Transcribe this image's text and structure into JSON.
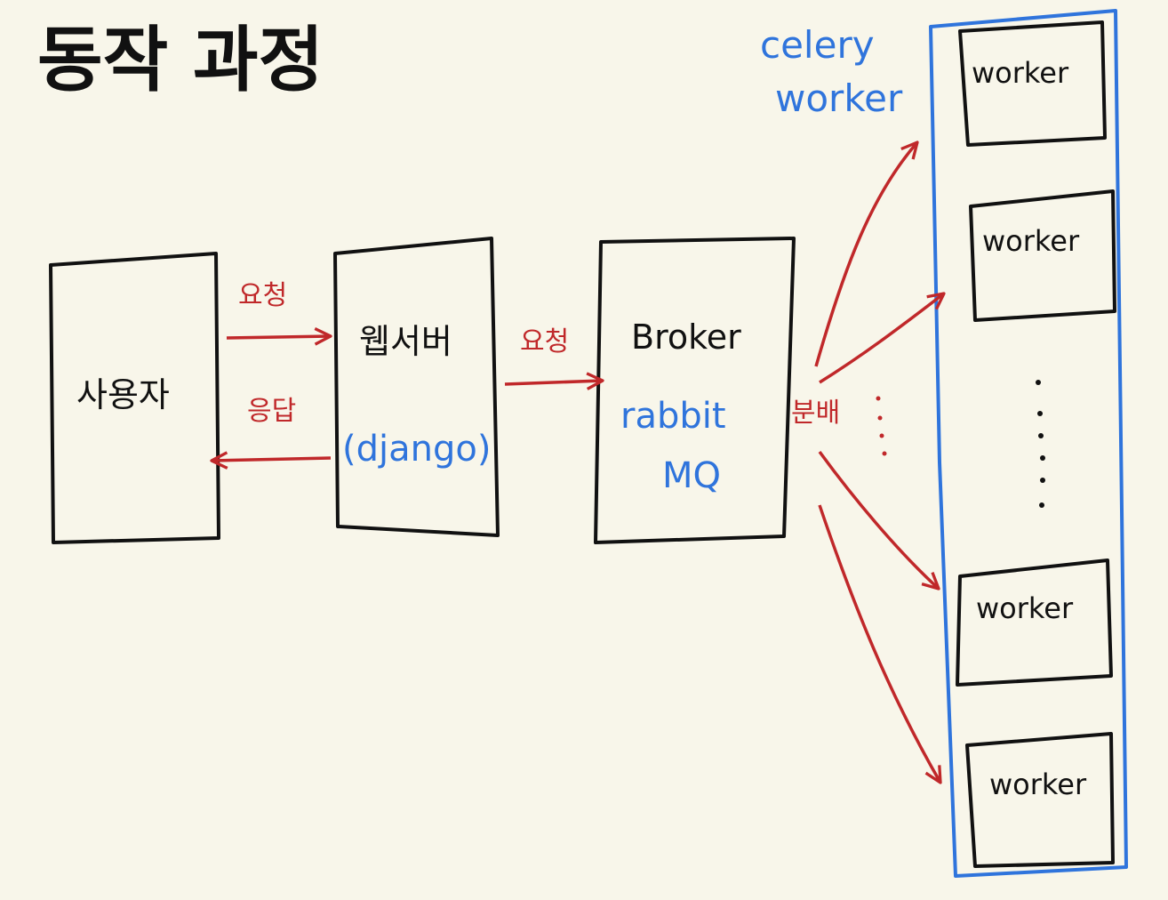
{
  "title": "동작 과정",
  "colors": {
    "background": "#f8f6ea",
    "black_ink": "#111111",
    "red_ink": "#c0282a",
    "blue_ink": "#2f74dc"
  },
  "nodes": {
    "user": {
      "label": "사용자"
    },
    "webserver": {
      "label": "웹서버",
      "sublabel": "(django)"
    },
    "broker": {
      "label": "Broker",
      "sublabel_1": "rabbit",
      "sublabel_2": "MQ"
    }
  },
  "edges": {
    "request_1": "요청",
    "response": "응답",
    "request_2": "요청",
    "distribute": "분배"
  },
  "celery_group": {
    "label_1": "celery",
    "label_2": "worker",
    "workers": [
      "worker",
      "worker",
      "worker",
      "worker"
    ]
  }
}
